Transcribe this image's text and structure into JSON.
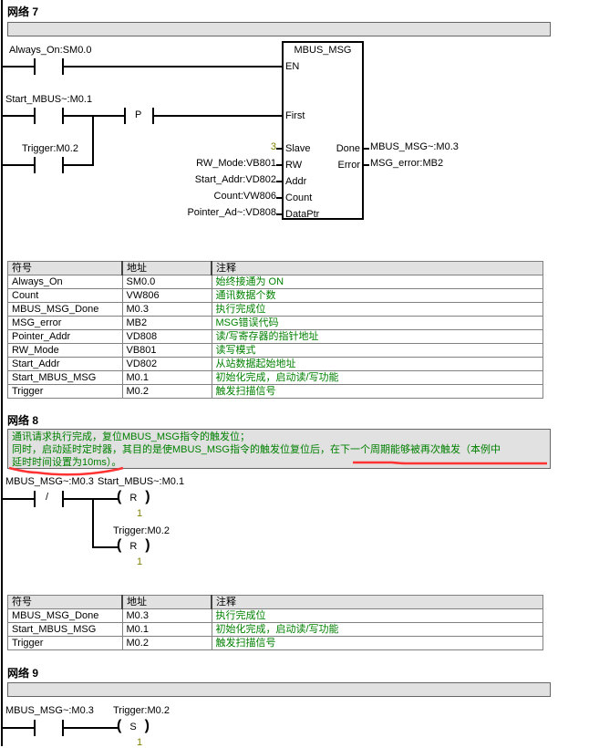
{
  "networks": [
    {
      "title": "网络 7",
      "contacts": {
        "always_on": "Always_On:SM0.0",
        "start_mbus": "Start_MBUS~:M0.1",
        "trigger": "Trigger:M0.2",
        "edge": "P"
      },
      "block": {
        "name": "MBUS_MSG",
        "inputs": [
          {
            "pin": "EN",
            "value": ""
          },
          {
            "pin": "First",
            "value": ""
          },
          {
            "pin": "Slave",
            "value": "3"
          },
          {
            "pin": "RW",
            "value": "RW_Mode:VB801"
          },
          {
            "pin": "Addr",
            "value": "Start_Addr:VD802"
          },
          {
            "pin": "Count",
            "value": "Count:VW806"
          },
          {
            "pin": "DataPtr",
            "value": "Pointer_Ad~:VD808"
          }
        ],
        "outputs": [
          {
            "pin": "Done",
            "value": "MBUS_MSG~:M0.3"
          },
          {
            "pin": "Error",
            "value": "MSG_error:MB2"
          }
        ]
      },
      "symbol_table": {
        "headers": [
          "符号",
          "地址",
          "注释"
        ],
        "rows": [
          [
            "Always_On",
            "SM0.0",
            "始终接通为 ON"
          ],
          [
            "Count",
            "VW806",
            "通讯数据个数"
          ],
          [
            "MBUS_MSG_Done",
            "M0.3",
            "执行完成位"
          ],
          [
            "MSG_error",
            "MB2",
            "MSG错误代码"
          ],
          [
            "Pointer_Addr",
            "VD808",
            "读/写寄存器的指针地址"
          ],
          [
            "RW_Mode",
            "VB801",
            "读写模式"
          ],
          [
            "Start_Addr",
            "VD802",
            "从站数据起始地址"
          ],
          [
            "Start_MBUS_MSG",
            "M0.1",
            "初始化完成，启动读/写功能"
          ],
          [
            "Trigger",
            "M0.2",
            "触发扫描信号"
          ]
        ]
      }
    },
    {
      "title": "网络 8",
      "comment_lines": [
        "通讯请求执行完成，复位MBUS_MSG指令的触发位；",
        "同时，启动延时定时器，其目的是使MBUS_MSG指令的触发位复位后，在下一个周期能够被再次触发（本例中",
        "延时时间设置为10ms）。"
      ],
      "contact": "MBUS_MSG~:M0.3",
      "coils": [
        {
          "operand": "Start_MBUS~:M0.1",
          "type": "R",
          "count": "1"
        },
        {
          "operand": "Trigger:M0.2",
          "type": "R",
          "count": "1"
        }
      ],
      "symbol_table": {
        "headers": [
          "符号",
          "地址",
          "注释"
        ],
        "rows": [
          [
            "MBUS_MSG_Done",
            "M0.3",
            "执行完成位"
          ],
          [
            "Start_MBUS_MSG",
            "M0.1",
            "初始化完成，启动读/写功能"
          ],
          [
            "Trigger",
            "M0.2",
            "触发扫描信号"
          ]
        ]
      }
    },
    {
      "title": "网络 9",
      "contact": "MBUS_MSG~:M0.3",
      "coil": {
        "operand": "Trigger:M0.2",
        "type": "S",
        "count": "1"
      }
    }
  ]
}
